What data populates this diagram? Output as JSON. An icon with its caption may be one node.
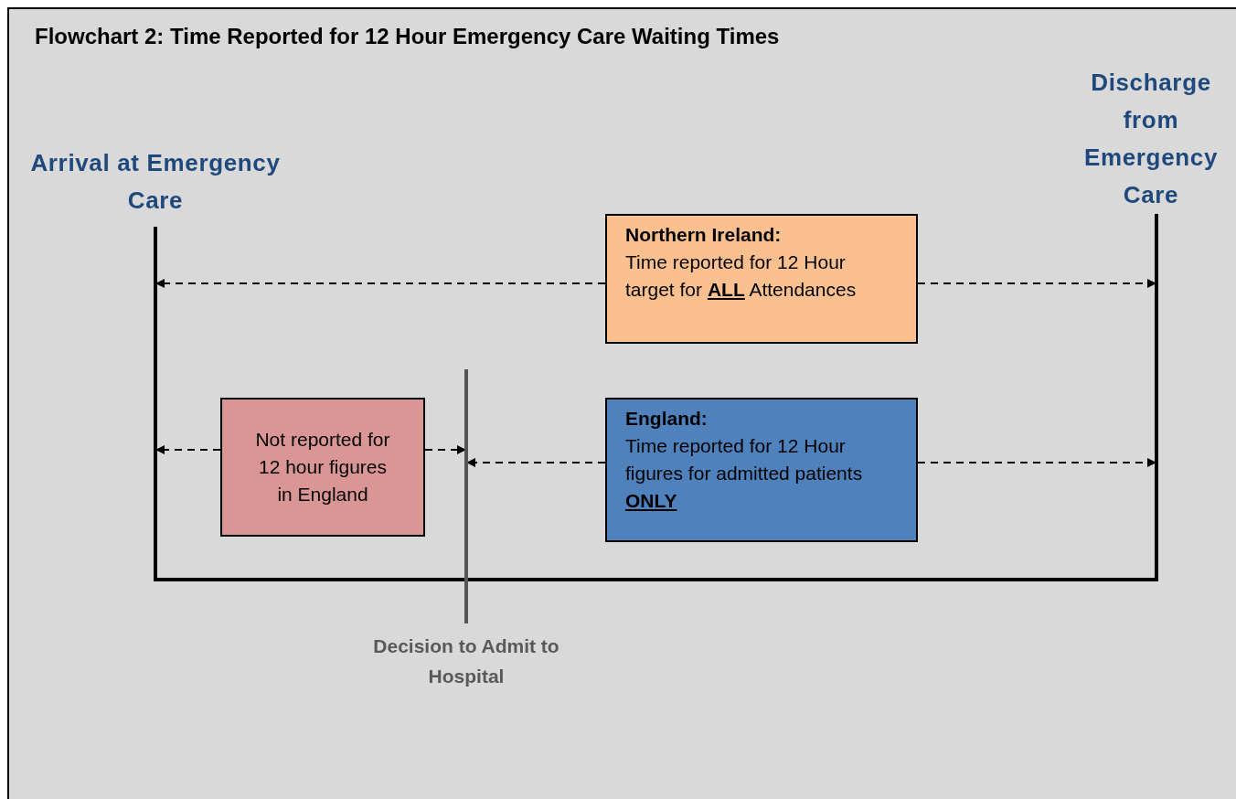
{
  "diagram": {
    "title": "Flowchart 2: Time Reported for 12 Hour Emergency Care Waiting Times",
    "nodes": [
      {
        "text": [
          "Arrival at Emergency Care"
        ]
      },
      {
        "text": [
          "Discharge from Emergency Care"
        ]
      },
      {
        "text": [
          "Decision to Admit to Hospital"
        ]
      },
      {
        "text": [
          "Northern Ireland:",
          "Time reported for 12 Hour target for **ALL** Attendances"
        ]
      },
      {
        "text": [
          "Not reported for 12 hour figures in England"
        ]
      },
      {
        "text": [
          "England:",
          "Time reported for 12 Hour figures for admitted patients **ONLY**"
        ]
      }
    ],
    "edges": [
      {
        "from": 3,
        "to": 0,
        "arrow": "to",
        "style": "dashed"
      },
      {
        "from": 3,
        "to": 1,
        "arrow": "to",
        "style": "dashed"
      },
      {
        "from": 4,
        "to": 0,
        "arrow": "to",
        "style": "dashed"
      },
      {
        "from": 4,
        "to": 2,
        "arrow": "to",
        "style": "dashed"
      },
      {
        "from": 5,
        "to": 2,
        "arrow": "to",
        "style": "dashed"
      },
      {
        "from": 5,
        "to": 1,
        "arrow": "to",
        "style": "dashed"
      },
      {
        "from": 0,
        "to": 1,
        "arrow": "none"
      }
    ]
  }
}
